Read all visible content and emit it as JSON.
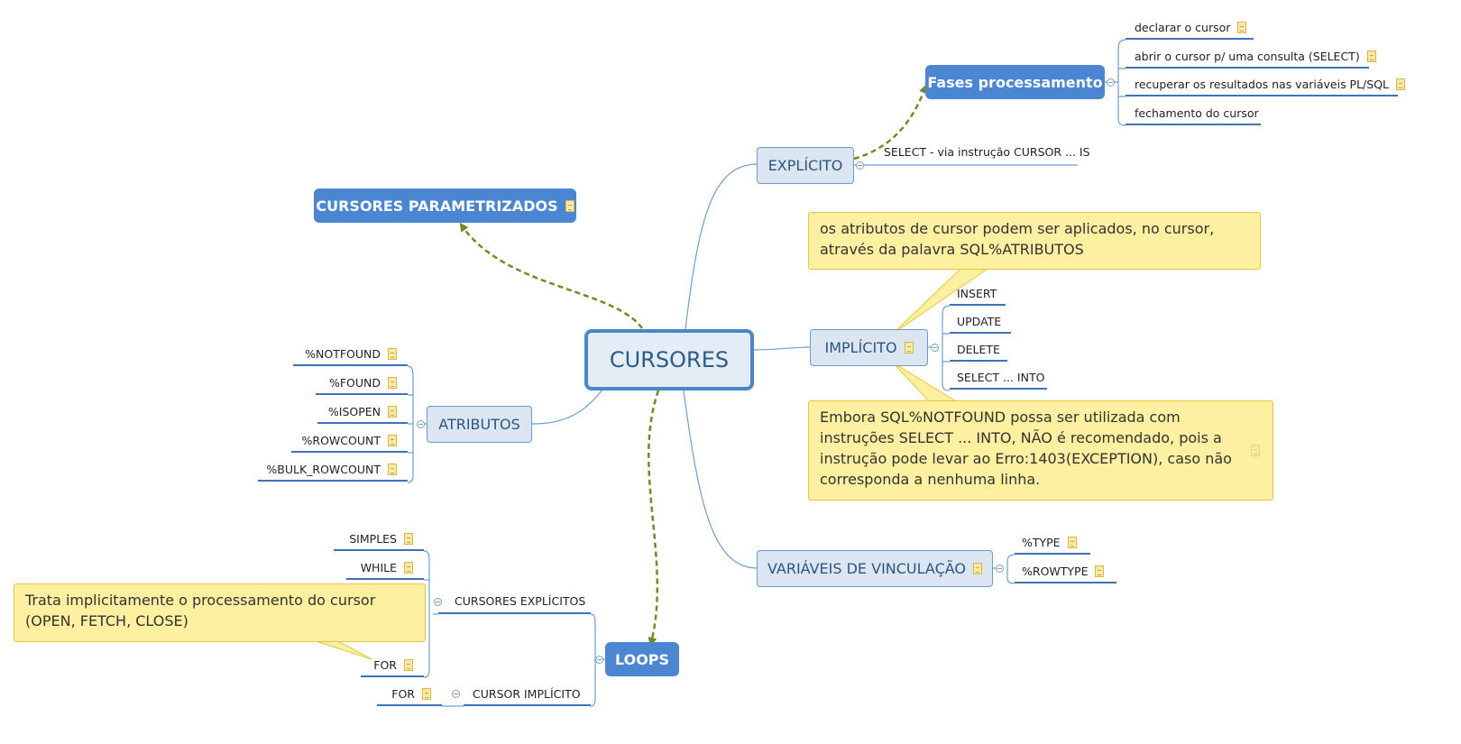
{
  "central": "CURSORES",
  "branches": {
    "explicito": {
      "label": "EXPLÍCITO",
      "select": "SELECT - via instrução CURSOR ... IS",
      "fases": {
        "label": "Fases processamento",
        "items": [
          "declarar o cursor",
          "abrir o cursor p/ uma consulta (SELECT)",
          "recuperar os resultados nas variáveis PL/SQL",
          "fechamento do cursor"
        ]
      }
    },
    "implicito": {
      "label": "IMPLÍCITO",
      "items": [
        "INSERT",
        "UPDATE",
        "DELETE",
        "SELECT ... INTO"
      ],
      "note_top": "os atributos de cursor podem ser aplicados, no cursor, através da palavra SQL%ATRIBUTOS",
      "note_bottom": "Embora SQL%NOTFOUND possa ser utilizada com instruções SELECT ... INTO, NÃO é recomendado, pois a instrução pode levar ao Erro:1403(EXCEPTION), caso não corresponda a nenhuma linha."
    },
    "variaveis": {
      "label": "VARIÁVEIS DE VINCULAÇÃO",
      "items": [
        "%TYPE",
        "%ROWTYPE"
      ]
    },
    "parametrizados": {
      "label": "CURSORES PARAMETRIZADOS"
    },
    "atributos": {
      "label": "ATRIBUTOS",
      "items": [
        "%NOTFOUND",
        "%FOUND",
        "%ISOPEN",
        "%ROWCOUNT",
        "%BULK_ROWCOUNT"
      ]
    },
    "loops": {
      "label": "LOOPS",
      "explicitos": {
        "label": "CURSORES EXPLÍCITOS",
        "items": [
          "SIMPLES",
          "WHILE",
          "FOR"
        ]
      },
      "implicito": {
        "label": "CURSOR IMPLÍCITO",
        "items": [
          "FOR"
        ]
      },
      "note": "Trata implicitamente o processamento do cursor (OPEN, FETCH, CLOSE)"
    }
  },
  "colors": {
    "connector": "#6f9fcf",
    "relation": "#6b8e23",
    "topic_fill": "#dbe6f2",
    "solid_fill": "#4a86d2",
    "callout_fill": "#fdf0a0"
  }
}
